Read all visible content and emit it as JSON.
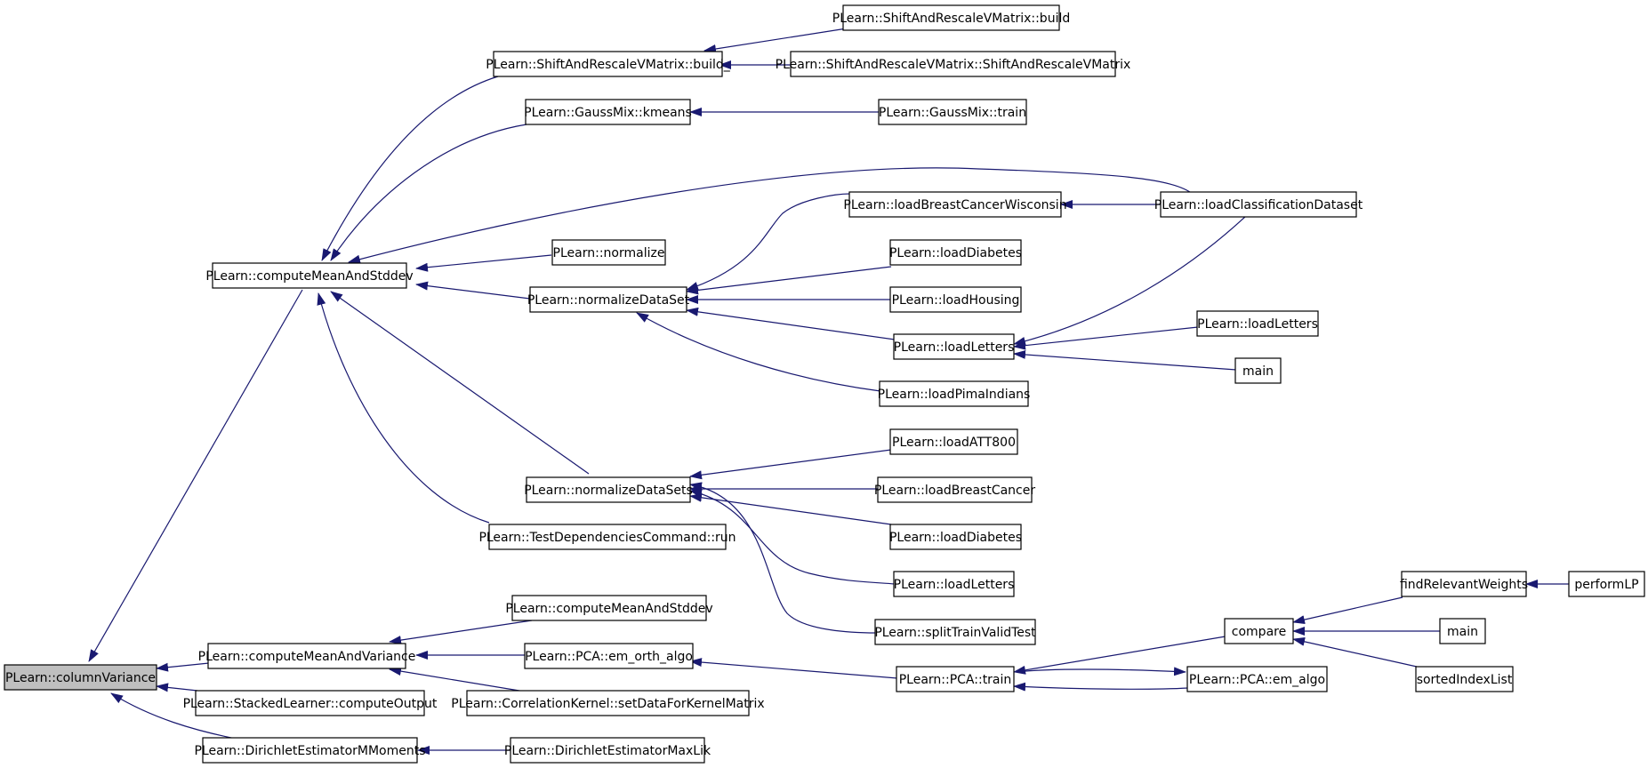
{
  "nodes": {
    "columnVariance": "PLearn::columnVariance",
    "computeMeanAndStddev": "PLearn::computeMeanAndStddev",
    "computeMeanAndVariance": "PLearn::computeMeanAndVariance",
    "stackedComputeOutput": "PLearn::StackedLearner::computeOutput",
    "dirichletMMoments": "PLearn::DirichletEstimatorMMoments",
    "shiftBuildU": "PLearn::ShiftAndRescaleVMatrix::build_",
    "shiftBuild": "PLearn::ShiftAndRescaleVMatrix::build",
    "shiftCtor": "PLearn::ShiftAndRescaleVMatrix::ShiftAndRescaleVMatrix",
    "gaussKmeans": "PLearn::GaussMix::kmeans",
    "gaussTrain": "PLearn::GaussMix::train",
    "loadBCW": "PLearn::loadBreastCancerWisconsin",
    "loadClassification": "PLearn::loadClassificationDataset",
    "normalize": "PLearn::normalize",
    "normalizeDataSet": "PLearn::normalizeDataSet",
    "loadDiabetes1": "PLearn::loadDiabetes",
    "loadHousing": "PLearn::loadHousing",
    "loadLetters1": "PLearn::loadLetters",
    "loadLetters2": "PLearn::loadLetters",
    "main1": "main",
    "loadPima": "PLearn::loadPimaIndians",
    "normalizeDataSets": "PLearn::normalizeDataSets",
    "loadATT800": "PLearn::loadATT800",
    "loadBreastCancer": "PLearn::loadBreastCancer",
    "loadDiabetes2": "PLearn::loadDiabetes",
    "loadLetters3": "PLearn::loadLetters",
    "splitTVT": "PLearn::splitTrainValidTest",
    "testDepRun": "PLearn::TestDependenciesCommand::run",
    "cmasStddev2": "PLearn::computeMeanAndStddev",
    "pcaEmOrth": "PLearn::PCA::em_orth_algo",
    "corrKernel": "PLearn::CorrelationKernel::setDataForKernelMatrix",
    "pcaTrain": "PLearn::PCA::train",
    "pcaEmAlgo": "PLearn::PCA::em_algo",
    "compare": "compare",
    "findRelevant": "findRelevantWeights",
    "performLP": "performLP",
    "main2": "main",
    "sortedIndexList": "sortedIndexList",
    "dirichletMaxLik": "PLearn::DirichletEstimatorMaxLik"
  },
  "colors": {
    "edge": "#191970",
    "focus_fill": "#bfbfbf",
    "node_stroke": "#000000"
  }
}
